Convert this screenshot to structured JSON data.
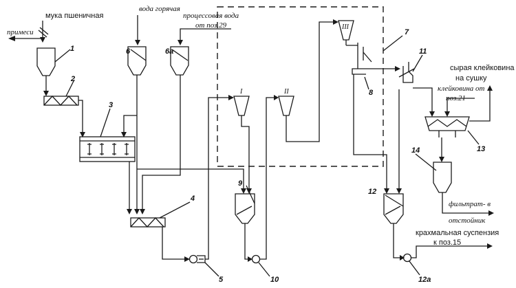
{
  "inputs": {
    "flour": "мука пшеничная",
    "impurities": "примеси",
    "hot_water": "вода горячая",
    "process_water_1": "процессовая вода",
    "process_water_2": "от поз.29"
  },
  "outputs": {
    "raw_gluten_1": "сырая клейковина",
    "raw_gluten_2": "на сушку",
    "gluten_from_1": "клейковина от",
    "gluten_from_2": "поз.21",
    "filtrate_1": "фильтрат- в",
    "filtrate_2": "отстойник",
    "starch_1": "крахмальная суспензия",
    "starch_2": "к поз.15"
  },
  "positions": [
    "1",
    "2",
    "3",
    "4",
    "5",
    "6",
    "6а",
    "7",
    "8",
    "9",
    "10",
    "11",
    "12",
    "12а",
    "13",
    "14"
  ],
  "roman": [
    "I",
    "II",
    "III"
  ]
}
